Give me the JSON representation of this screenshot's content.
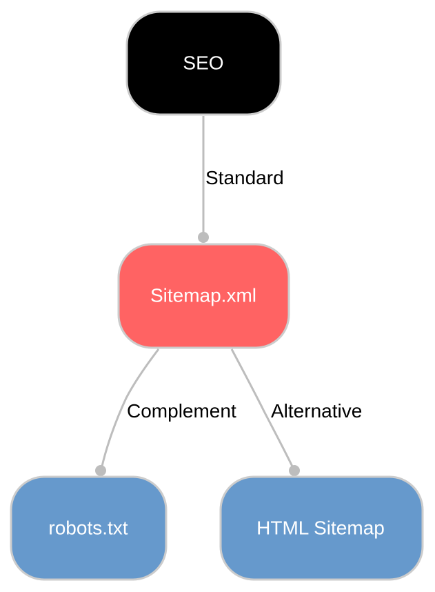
{
  "colors": {
    "root": "#000000",
    "primary": "#ff6363",
    "secondary": "#6699cc",
    "edge": "#bdbdbd",
    "node_border": "#cccccc"
  },
  "nodes": {
    "seo": {
      "label": "SEO"
    },
    "sitemap_xml": {
      "label": "Sitemap.xml"
    },
    "robots_txt": {
      "label": "robots.txt"
    },
    "html_sitemap": {
      "label": "HTML Sitemap"
    }
  },
  "edges": {
    "seo_to_sitemap": {
      "from": "SEO",
      "to": "Sitemap.xml",
      "label": "Standard"
    },
    "sitemap_to_robots": {
      "from": "Sitemap.xml",
      "to": "robots.txt",
      "label": "Complement"
    },
    "sitemap_to_html": {
      "from": "Sitemap.xml",
      "to": "HTML Sitemap",
      "label": "Alternative"
    }
  }
}
